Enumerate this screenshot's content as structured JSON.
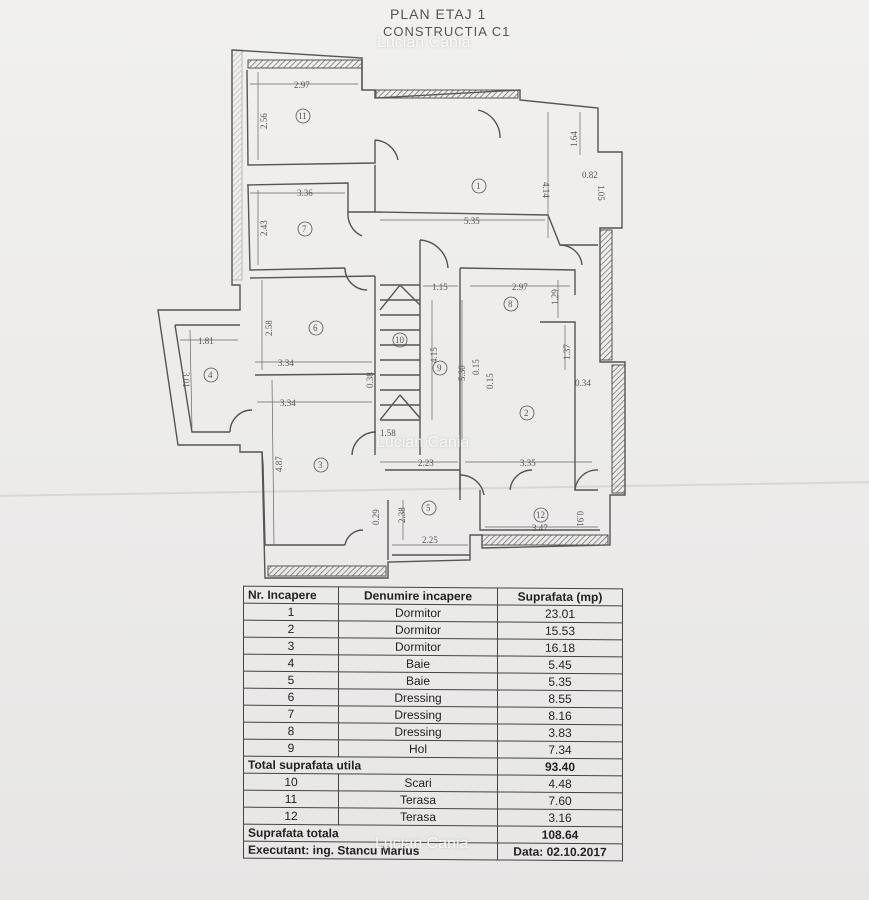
{
  "header": {
    "title": "PLAN ETAJ 1",
    "subtitle": "CONSTRUCTIA C1"
  },
  "watermark": "Lucian Cania",
  "plan": {
    "rooms": [
      "1",
      "2",
      "3",
      "4",
      "5",
      "6",
      "7",
      "8",
      "9",
      "10",
      "11",
      "12"
    ],
    "dimensions": [
      "2.97",
      "2.56",
      "3.36",
      "2.43",
      "2.58",
      "3.34",
      "1.81",
      "3.01",
      "3.34",
      "4.87",
      "5.35",
      "4.14",
      "1.64",
      "0.82",
      "1.05",
      "2.97",
      "1.29",
      "1.37",
      "0.34",
      "3.35",
      "2.23",
      "1.15",
      "4.15",
      "5.30",
      "0.15",
      "0.15",
      "1.58",
      "0.38",
      "2.38",
      "2.25",
      "3.47",
      "0.91",
      "0.29"
    ]
  },
  "table": {
    "headers": [
      "Nr. Incapere",
      "Denumire incapere",
      "Suprafata (mp)"
    ],
    "rows": [
      {
        "nr": "1",
        "name": "Dormitor",
        "area": "23.01"
      },
      {
        "nr": "2",
        "name": "Dormitor",
        "area": "15.53"
      },
      {
        "nr": "3",
        "name": "Dormitor",
        "area": "16.18"
      },
      {
        "nr": "4",
        "name": "Baie",
        "area": "5.45"
      },
      {
        "nr": "5",
        "name": "Baie",
        "area": "5.35"
      },
      {
        "nr": "6",
        "name": "Dressing",
        "area": "8.55"
      },
      {
        "nr": "7",
        "name": "Dressing",
        "area": "8.16"
      },
      {
        "nr": "8",
        "name": "Dressing",
        "area": "3.83"
      },
      {
        "nr": "9",
        "name": "Hol",
        "area": "7.34"
      }
    ],
    "util_label": "Total suprafata utila",
    "util_value": "93.40",
    "rows2": [
      {
        "nr": "10",
        "name": "Scari",
        "area": "4.48"
      },
      {
        "nr": "11",
        "name": "Terasa",
        "area": "7.60"
      },
      {
        "nr": "12",
        "name": "Terasa",
        "area": "3.16"
      }
    ],
    "total_label": "Suprafata totala",
    "total_value": "108.64",
    "executant": "Executant: ing. Stancu Marius",
    "date": "Data: 02.10.2017"
  }
}
